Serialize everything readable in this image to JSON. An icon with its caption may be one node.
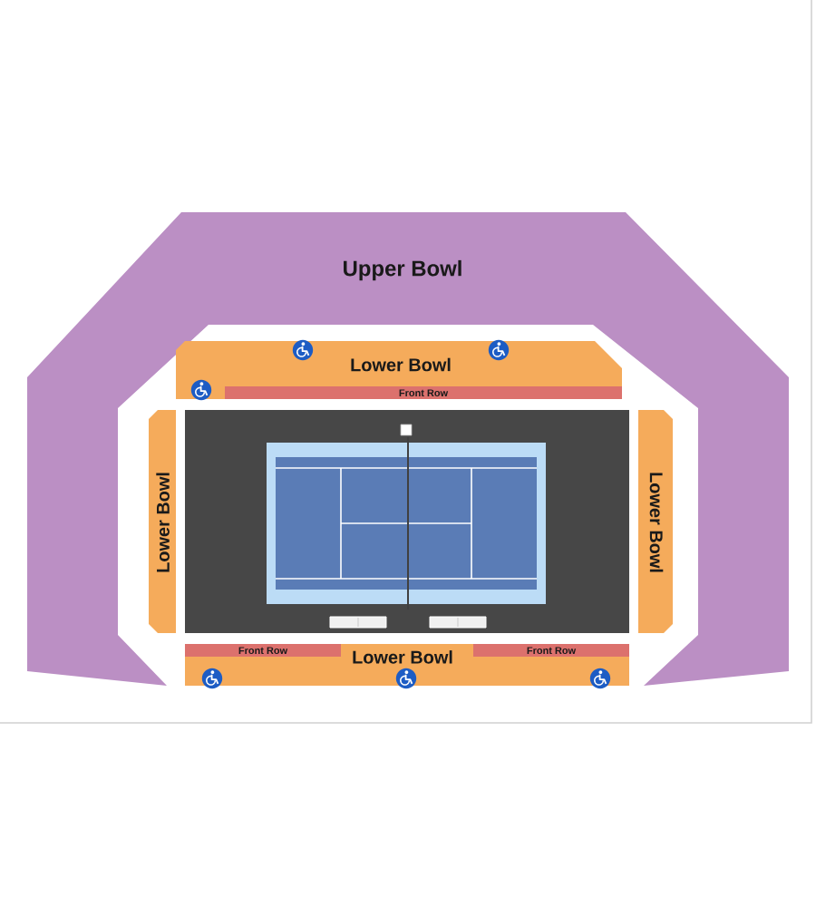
{
  "diagram": {
    "nodes": [
      {
        "text": [
          "Upper Bowl"
        ]
      },
      {
        "text": [
          "Lower Bowl"
        ]
      },
      {
        "text": [
          "Front Row"
        ],
        "in": 1
      },
      {
        "text": [
          "Lower Bowl"
        ]
      },
      {
        "text": [
          "Lower Bowl"
        ]
      },
      {
        "text": [
          "Lower Bowl"
        ]
      },
      {
        "text": [
          "Front Row"
        ],
        "in": 5
      },
      {
        "text": [
          "Front Row"
        ],
        "in": 5
      }
    ]
  }
}
